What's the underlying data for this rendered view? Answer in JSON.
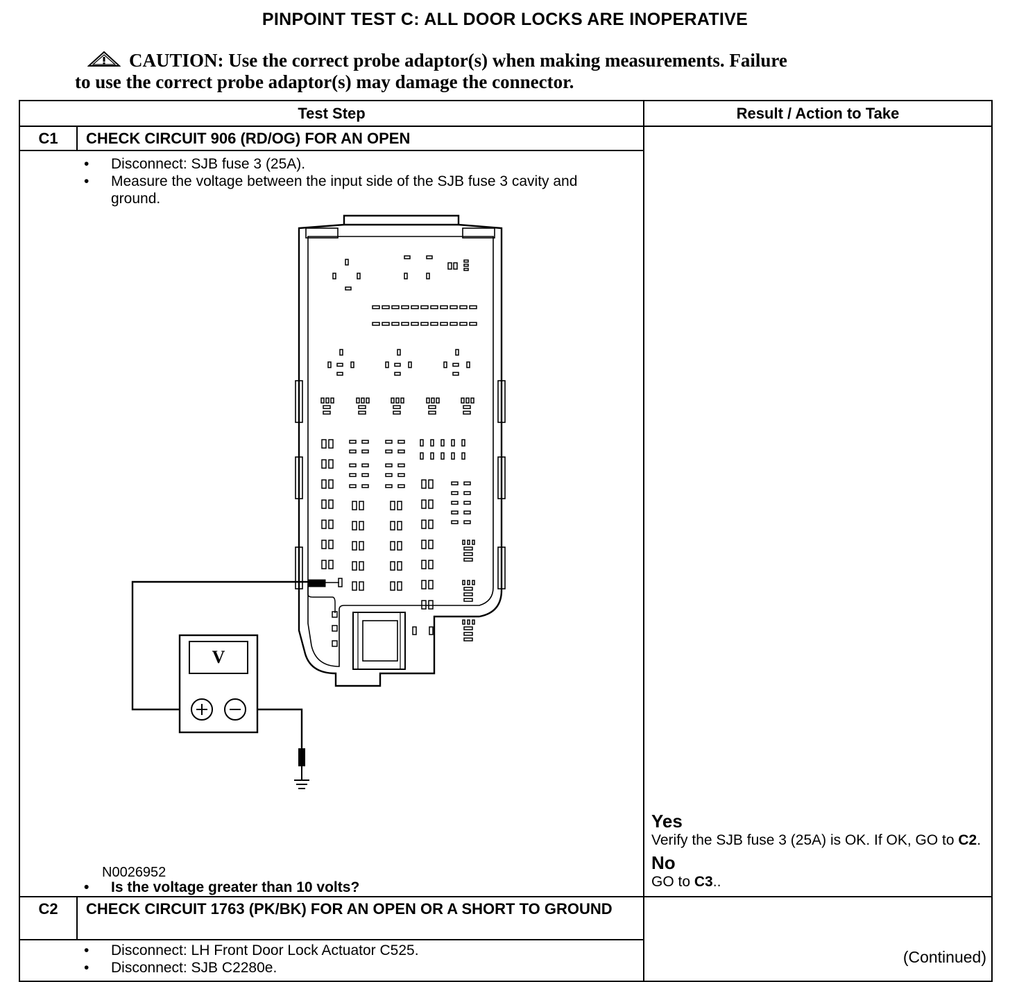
{
  "title": "PINPOINT TEST  C: ALL DOOR LOCKS ARE INOPERATIVE",
  "caution": {
    "icon": "warning-triangle-icon",
    "line1": "CAUTION: Use the correct probe adaptor(s) when making measurements. Failure",
    "line2": "to use the correct probe adaptor(s) may damage the connector."
  },
  "table": {
    "header_step": "Test Step",
    "header_result": "Result / Action to Take"
  },
  "steps": [
    {
      "id": "C1",
      "title": "CHECK CIRCUIT 906 (RD/OG) FOR AN OPEN",
      "bullets": [
        "Disconnect: SJB fuse 3 (25A).",
        "Measure the voltage between the input side of the SJB fuse 3 cavity and ground."
      ],
      "figure_id": "N0026952",
      "meter_label": "V",
      "question": "Is the voltage greater than 10 volts?",
      "yes_label": "Yes",
      "yes_text": "Verify the SJB fuse 3 (25A) is OK. If OK, GO to ",
      "yes_ref": "C2",
      "yes_end": ".",
      "no_label": "No",
      "no_text": "GO to ",
      "no_ref": "C3",
      "no_end": ".."
    },
    {
      "id": "C2",
      "title": "CHECK CIRCUIT 1763 (PK/BK) FOR AN OPEN OR A SHORT TO GROUND",
      "bullets": [
        "Disconnect: LH Front Door Lock Actuator C525.",
        "Disconnect: SJB C2280e."
      ]
    }
  ],
  "continued": "(Continued)"
}
